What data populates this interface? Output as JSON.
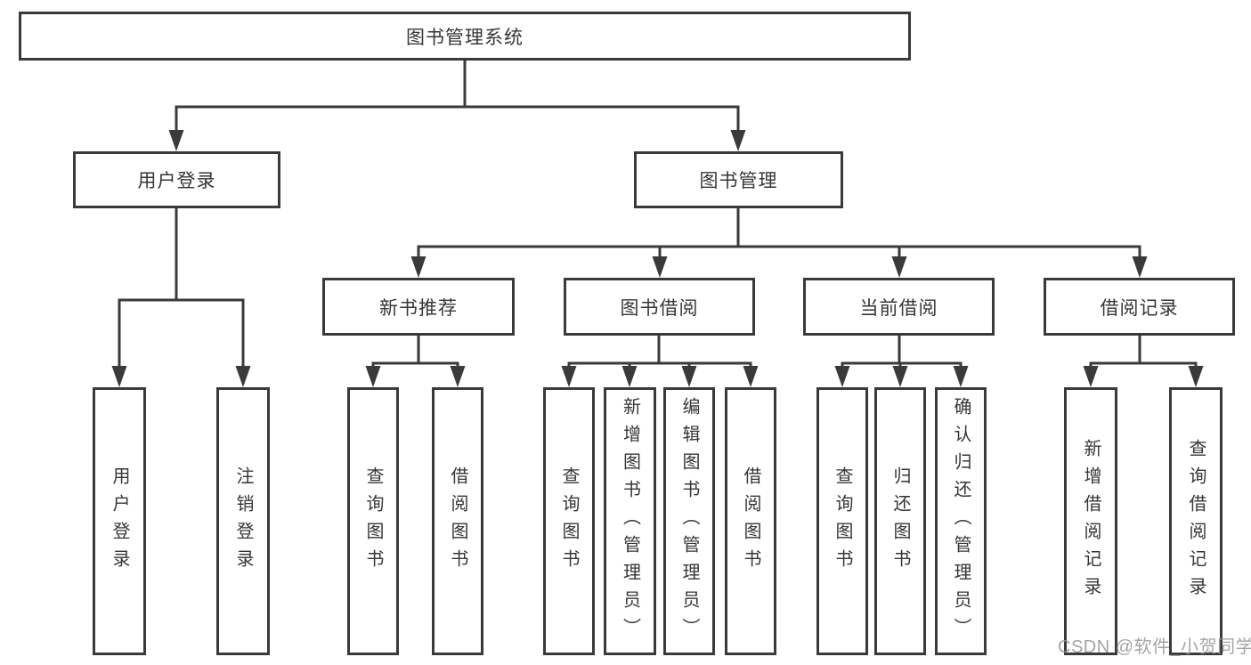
{
  "diagram": {
    "root": {
      "label": "图书管理系统"
    },
    "branches": [
      {
        "label": "用户登录",
        "children": [
          "用户登录",
          "注销登录"
        ]
      },
      {
        "label": "图书管理",
        "sections": [
          {
            "label": "新书推荐",
            "children": [
              "查询图书",
              "借阅图书"
            ]
          },
          {
            "label": "图书借阅",
            "children": [
              "查询图书",
              "新增图书（管理员）",
              "编辑图书（管理员）",
              "借阅图书"
            ]
          },
          {
            "label": "当前借阅",
            "children": [
              "查询图书",
              "归还图书",
              "确认归还（管理员）"
            ]
          },
          {
            "label": "借阅记录",
            "children": [
              "新增借阅记录",
              "查询借阅记录"
            ]
          }
        ]
      }
    ]
  },
  "watermark": "CSDN @软件_小贺同学",
  "colors": {
    "line": "#3a3a3a",
    "text": "#363636",
    "watermark": "#949494",
    "background": "#ffffff"
  }
}
